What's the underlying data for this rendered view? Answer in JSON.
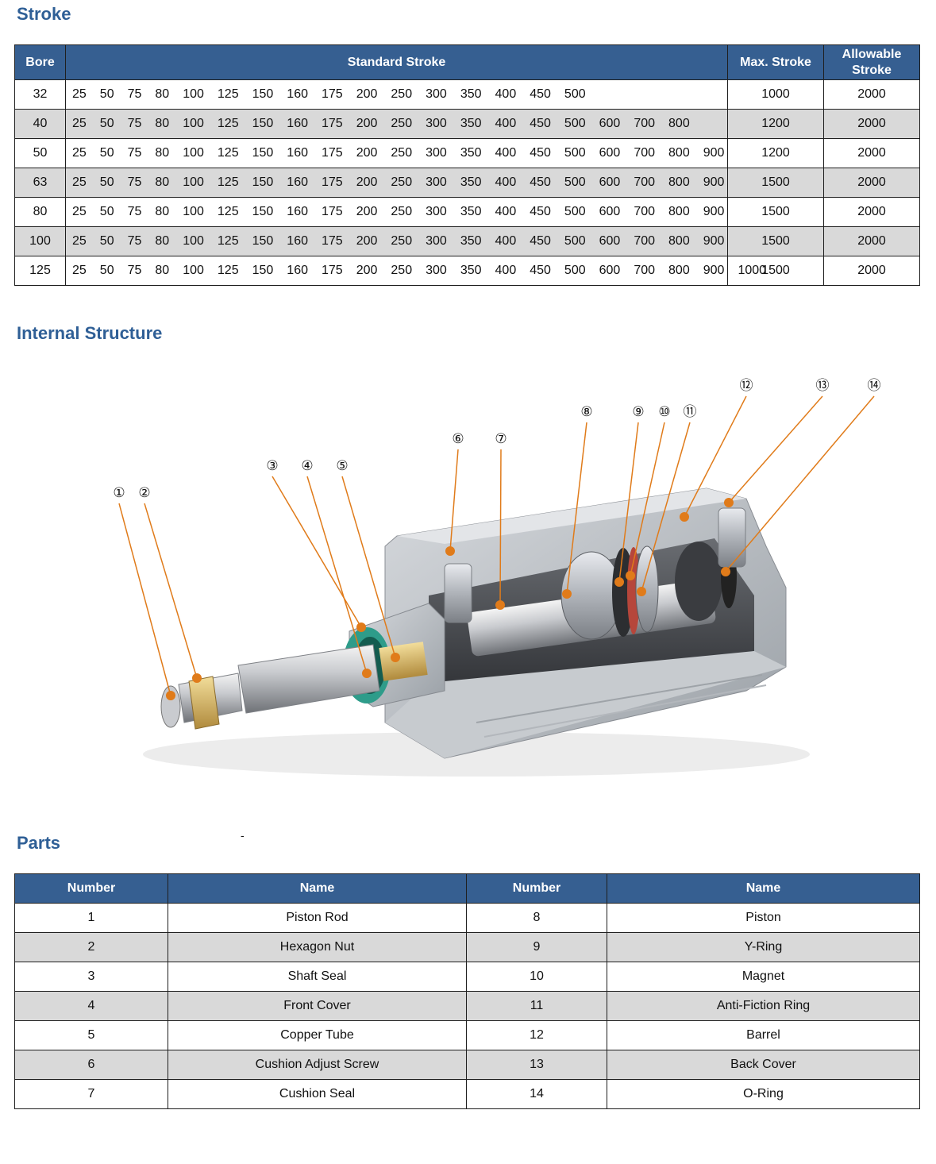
{
  "stroke_section": {
    "title": "Stroke",
    "headers": {
      "bore": "Bore",
      "standard": "Standard Stroke",
      "max": "Max. Stroke",
      "allowable_1": "Allowable",
      "allowable_2": "Stroke"
    },
    "rows": [
      {
        "bore": "32",
        "strokes": [
          "25",
          "50",
          "75",
          "80",
          "100",
          "125",
          "150",
          "160",
          "175",
          "200",
          "250",
          "300",
          "350",
          "400",
          "450",
          "500"
        ],
        "max": "1000",
        "allowable": "2000"
      },
      {
        "bore": "40",
        "strokes": [
          "25",
          "50",
          "75",
          "80",
          "100",
          "125",
          "150",
          "160",
          "175",
          "200",
          "250",
          "300",
          "350",
          "400",
          "450",
          "500",
          "600",
          "700",
          "800"
        ],
        "max": "1200",
        "allowable": "2000"
      },
      {
        "bore": "50",
        "strokes": [
          "25",
          "50",
          "75",
          "80",
          "100",
          "125",
          "150",
          "160",
          "175",
          "200",
          "250",
          "300",
          "350",
          "400",
          "450",
          "500",
          "600",
          "700",
          "800",
          "900"
        ],
        "max": "1200",
        "allowable": "2000"
      },
      {
        "bore": "63",
        "strokes": [
          "25",
          "50",
          "75",
          "80",
          "100",
          "125",
          "150",
          "160",
          "175",
          "200",
          "250",
          "300",
          "350",
          "400",
          "450",
          "500",
          "600",
          "700",
          "800",
          "900"
        ],
        "max": "1500",
        "allowable": "2000"
      },
      {
        "bore": "80",
        "strokes": [
          "25",
          "50",
          "75",
          "80",
          "100",
          "125",
          "150",
          "160",
          "175",
          "200",
          "250",
          "300",
          "350",
          "400",
          "450",
          "500",
          "600",
          "700",
          "800",
          "900"
        ],
        "max": "1500",
        "allowable": "2000"
      },
      {
        "bore": "100",
        "strokes": [
          "25",
          "50",
          "75",
          "80",
          "100",
          "125",
          "150",
          "160",
          "175",
          "200",
          "250",
          "300",
          "350",
          "400",
          "450",
          "500",
          "600",
          "700",
          "800",
          "900"
        ],
        "max": "1500",
        "allowable": "2000"
      },
      {
        "bore": "125",
        "strokes": [
          "25",
          "50",
          "75",
          "80",
          "100",
          "125",
          "150",
          "160",
          "175",
          "200",
          "250",
          "300",
          "350",
          "400",
          "450",
          "500",
          "600",
          "700",
          "800",
          "900",
          "1000"
        ],
        "max": "1500",
        "allowable": "2000"
      }
    ]
  },
  "structure_section": {
    "title": "Internal Structure",
    "callouts": [
      "①",
      "②",
      "③",
      "④",
      "⑤",
      "⑥",
      "⑦",
      "⑧",
      "⑨",
      "⑩",
      "⑪",
      "⑫",
      "⑬",
      "⑭"
    ],
    "colors": {
      "leader": "#e07b1a",
      "metal": "#b8bcc2",
      "brass": "#d9b25a",
      "seal": "#2e9c8a"
    }
  },
  "parts_section": {
    "title": "Parts",
    "stray_mark": "-",
    "headers": {
      "number_1": "Number",
      "name_1": "Name",
      "number_2": "Number",
      "name_2": "Name"
    },
    "rows": [
      {
        "n1": "1",
        "name1": "Piston Rod",
        "n2": "8",
        "name2": "Piston"
      },
      {
        "n1": "2",
        "name1": "Hexagon Nut",
        "n2": "9",
        "name2": "Y-Ring"
      },
      {
        "n1": "3",
        "name1": "Shaft Seal",
        "n2": "10",
        "name2": "Magnet"
      },
      {
        "n1": "4",
        "name1": "Front Cover",
        "n2": "11",
        "name2": "Anti-Fiction Ring"
      },
      {
        "n1": "5",
        "name1": "Copper Tube",
        "n2": "12",
        "name2": "Barrel"
      },
      {
        "n1": "6",
        "name1": "Cushion Adjust Screw",
        "n2": "13",
        "name2": "Back Cover"
      },
      {
        "n1": "7",
        "name1": "Cushion Seal",
        "n2": "14",
        "name2": "O-Ring"
      }
    ]
  }
}
